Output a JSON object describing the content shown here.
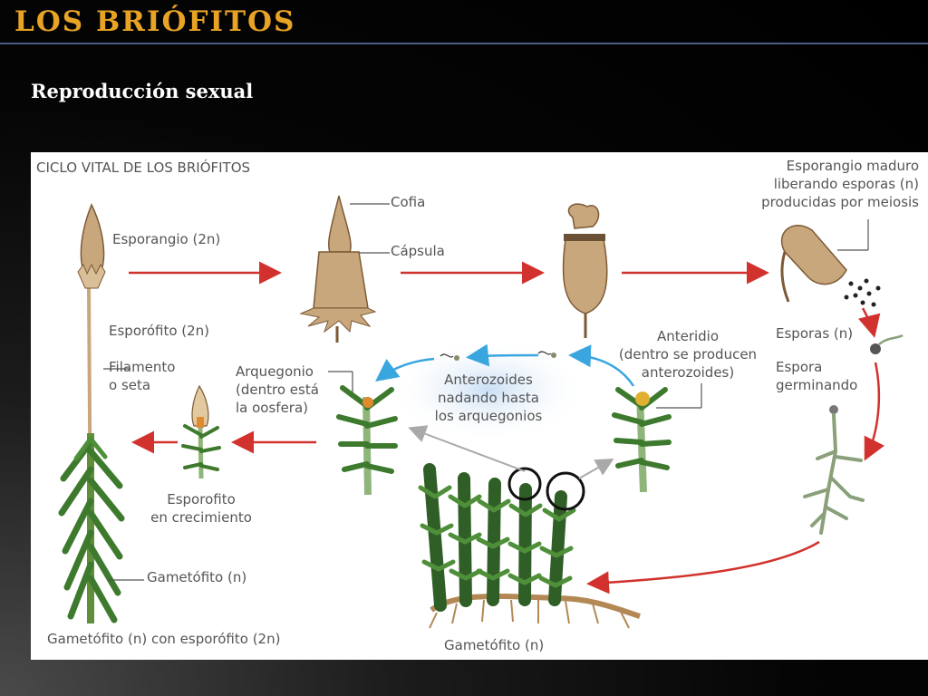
{
  "slide": {
    "title": "LOS BRIÓFITOS",
    "subtitle": "Reproducción sexual"
  },
  "diagram": {
    "heading": "CICLO VITAL DE LOS BRIÓFITOS",
    "labels": {
      "esporangio": "Esporangio (2n)",
      "esporofito": "Esporófito (2n)",
      "filamento_1": "Filamento",
      "filamento_2": "o seta",
      "cofia": "Cofia",
      "capsula": "Cápsula",
      "esporangio_maduro_1": "Esporangio maduro",
      "esporangio_maduro_2": "liberando esporas (n)",
      "esporangio_maduro_3": "producidas por meiosis",
      "esporas": "Esporas (n)",
      "espora_germinando_1": "Espora",
      "espora_germinando_2": "germinando",
      "anteridio_1": "Anteridio",
      "anteridio_2": "(dentro se producen",
      "anteridio_3": "anterozoides)",
      "anterozoides_1": "Anterozoides",
      "anterozoides_2": "nadando hasta",
      "anterozoides_3": "los arquegonios",
      "arquegonio_1": "Arquegonio",
      "arquegonio_2": "(dentro está",
      "arquegonio_3": "la oosfera)",
      "esporofito_crec_1": "Esporofito",
      "esporofito_crec_2": "en crecimiento",
      "gametofito_left": "Gametófito (n)",
      "gametofito_esporofito": "Gametófito (n) con esporófito (2n)",
      "gametofito_bottom": "Gametófito (n)"
    },
    "colors": {
      "cycle_arrow": "#d2322d",
      "anterozoid_arrow": "#3aa6e0",
      "pointer_arrow": "#a9a9a9",
      "moss_green": "#3e7a2e",
      "capsule_tan": "#c9a77c"
    }
  }
}
